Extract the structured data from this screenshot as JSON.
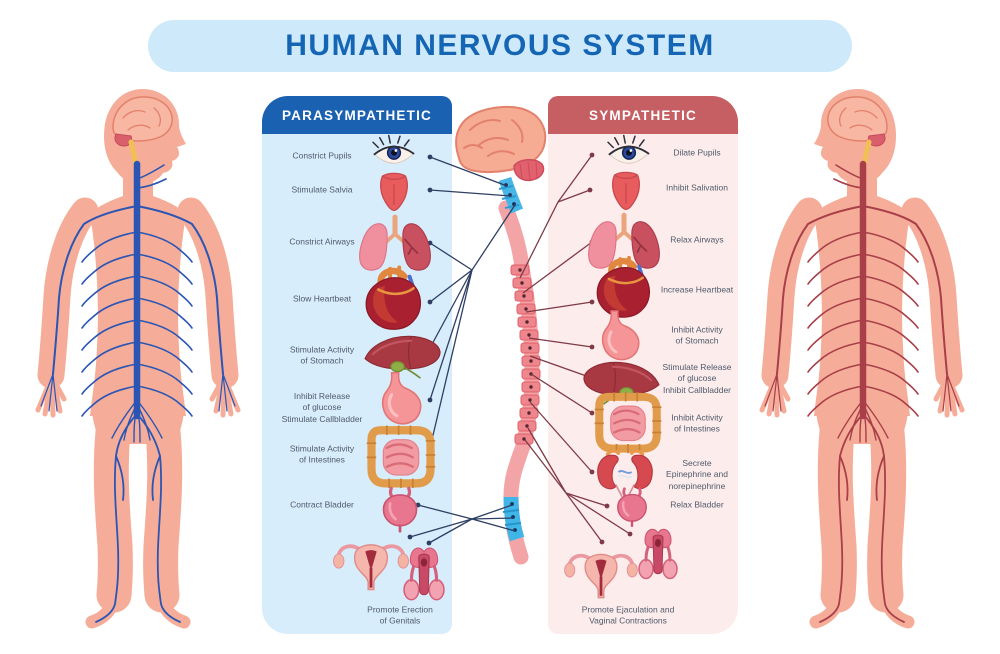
{
  "title": "HUMAN NERVOUS SYSTEM",
  "panels": {
    "parasympathetic": {
      "header": "PARASYMPATHETIC",
      "items": [
        {
          "organ": "eye",
          "label": "Constrict Pupils"
        },
        {
          "organ": "tongue",
          "label": "Stimulate Salvia"
        },
        {
          "organ": "lungs",
          "label": "Constrict Airways"
        },
        {
          "organ": "heart",
          "label": "Slow Heartbeat"
        },
        {
          "organ": "liver",
          "label": "Stimulate Activity\nof Stomach"
        },
        {
          "organ": "stomach",
          "label": "Inhibit Release\nof glucose\nStimulate Callbladder"
        },
        {
          "organ": "intestines",
          "label": "Stimulate Activity\nof Intestines"
        },
        {
          "organ": "bladder",
          "label": "Contract Bladder"
        },
        {
          "organ": "female-and-male-genitals",
          "label": "Promote Erection\nof Genitals"
        }
      ]
    },
    "sympathetic": {
      "header": "SYMPATHETIC",
      "items": [
        {
          "organ": "eye",
          "label": "Dilate Pupils"
        },
        {
          "organ": "tongue",
          "label": "Inhibit Salivation"
        },
        {
          "organ": "lungs",
          "label": "Relax Airways"
        },
        {
          "organ": "heart",
          "label": "Increase Heartbeat"
        },
        {
          "organ": "stomach",
          "label": "Inhibit Activity\nof Stomach"
        },
        {
          "organ": "liver",
          "label": "Stimulate Release\nof glucose\nInhibit Callbladder"
        },
        {
          "organ": "intestines",
          "label": "Inhibit Activity\nof Intestines"
        },
        {
          "organ": "kidneys",
          "label": "Secrete\nEpinephrine and\nnorepinephrine"
        },
        {
          "organ": "bladder",
          "label": "Relax Bladder"
        },
        {
          "organ": "female-and-male-genitals",
          "label": "Promote Ejaculation and\nVaginal Contractions"
        }
      ]
    }
  },
  "figures": {
    "left_body": "human-body-with-parasympathetic-nerves",
    "right_body": "human-body-with-sympathetic-nerves",
    "center": "brain-and-spinal-cord"
  },
  "colors": {
    "title_text": "#1465b4",
    "title_banner_bg": "#cee9fa",
    "parasympathetic_header_bg": "#1b61b2",
    "parasympathetic_panel_bg": "#d8edfb",
    "sympathetic_header_bg": "#c55f63",
    "sympathetic_panel_bg": "#fdecec",
    "parasympathetic_line": "#2e3f63",
    "sympathetic_line": "#7e3a46",
    "skin": "#f5ad99",
    "parasympathetic_nerves": "#2b55b4",
    "sympathetic_nerves": "#a93f49"
  }
}
